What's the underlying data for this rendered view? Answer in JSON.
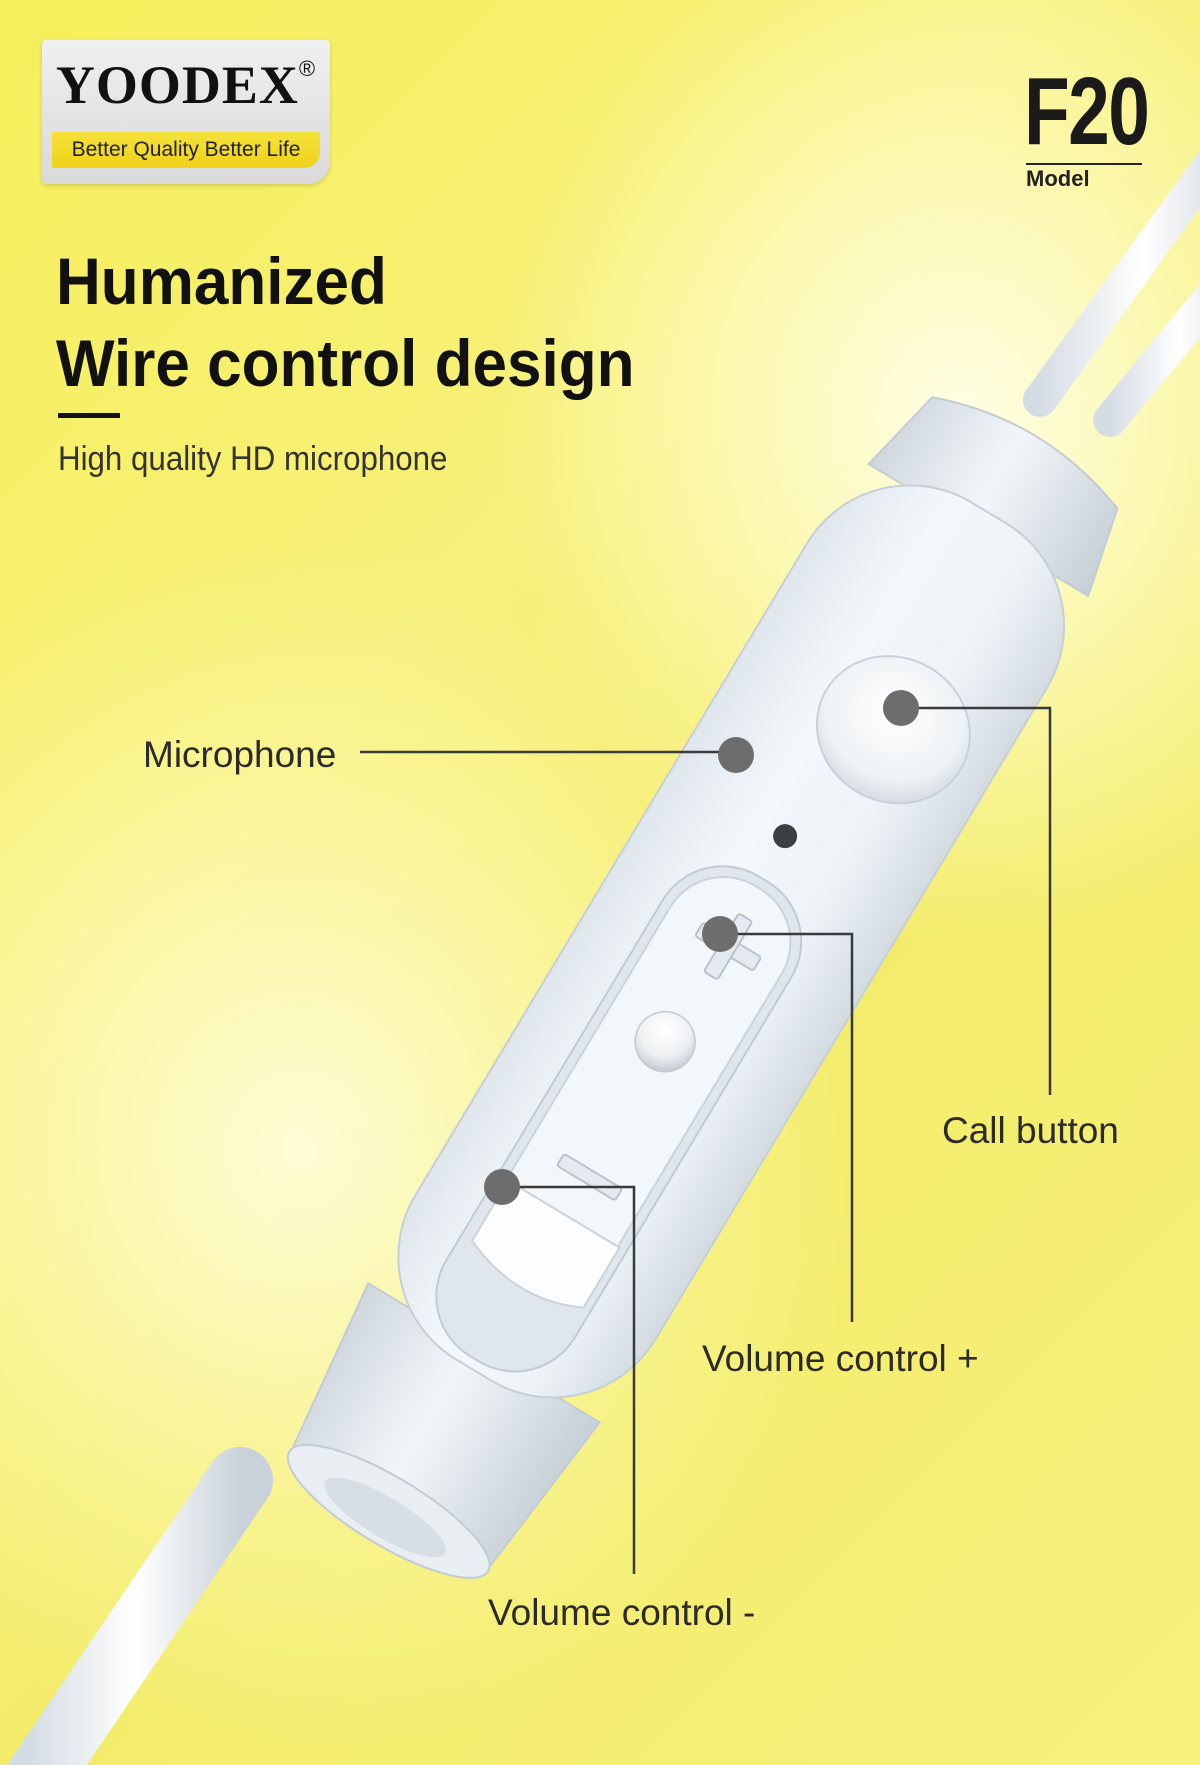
{
  "brand": {
    "name": "YOODEX",
    "registered_mark": "®",
    "tagline": "Better Quality Better Life"
  },
  "model": {
    "code": "F20",
    "label": "Model"
  },
  "headline": {
    "line1": "Humanized",
    "line2": "Wire control design",
    "subtitle": "High quality HD microphone"
  },
  "callouts": {
    "microphone": "Microphone",
    "call_button": "Call button",
    "volume_up": "Volume control +",
    "volume_down": "Volume control -"
  },
  "colors": {
    "background": "#f6ef5a",
    "remote_body": "#eef3f7",
    "leader_line": "#3a3a3a",
    "marker_dot": "#6d6d6d",
    "tagline_bar": "#f2d92a"
  }
}
